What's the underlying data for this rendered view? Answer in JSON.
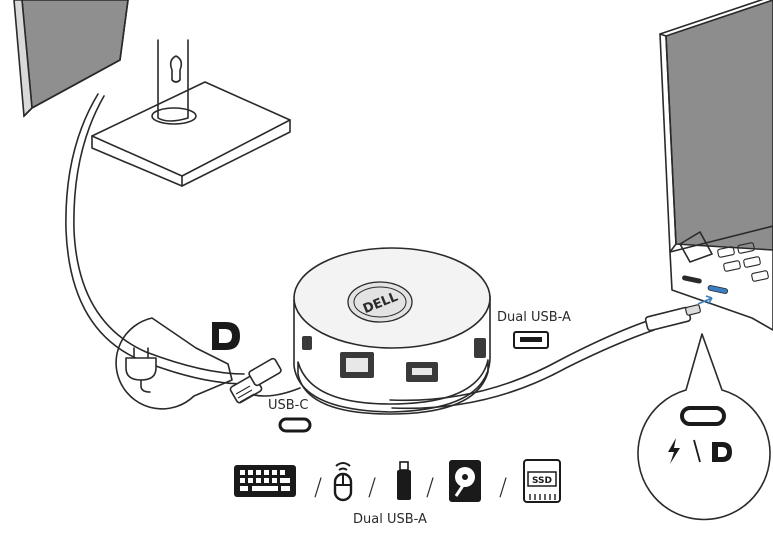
{
  "labels": {
    "dual_usb_a_top": "Dual USB-A",
    "usb_c": "USB-C",
    "dual_usb_a_bottom": "Dual USB-A",
    "hub_brand": "DELL",
    "ssd_badge": "SSD"
  },
  "device_icons": [
    "keyboard-icon",
    "mouse-icon",
    "usb-flash-drive-icon",
    "hard-disk-drive-icon",
    "ssd-icon"
  ],
  "separator": "/",
  "colors": {
    "ink": "#2a2a2a",
    "monitor_screen": "#8f8f8f",
    "laptop_screen": "#8d8d8d",
    "hub_body": "#e9e9e9",
    "hub_dark": "#3a3a3a",
    "usb_c_port_highlight": "#3a7fc1"
  }
}
